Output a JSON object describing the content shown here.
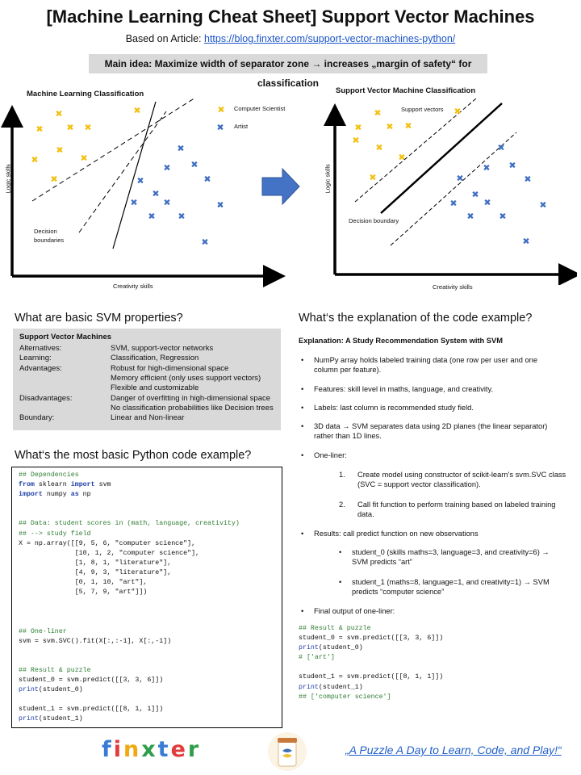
{
  "header": {
    "title": "[Machine Learning Cheat Sheet] Support Vector Machines",
    "based_on": "Based on Article: ",
    "article_link": "https://blog.finxter.com/support-vector-machines-python/",
    "main_idea": "Main idea: Maximize width of separator  zone → increases „margin of safety“ for classification"
  },
  "left_chart": {
    "title": "Machine Learning Classification",
    "xlabel": "Creativity  skills",
    "ylabel": "Logic skills",
    "legend_cs": "Computer Scientist",
    "legend_artist": "Artist",
    "decision_label_1": "Decision",
    "decision_label_2": "boundaries",
    "cs_color": "#f2c00f",
    "artist_color": "#3f6fc2"
  },
  "right_chart": {
    "title": "Support Vector Machine Classification",
    "xlabel": "Creativity  skills",
    "ylabel": "Logic skills",
    "support_vectors_label": "Support vectors",
    "decision_boundary_label": "Decision boundary"
  },
  "arrow": {
    "color": "#4472c4",
    "icon": "right-arrow-icon"
  },
  "properties": {
    "heading": "What are basic SVM properties?",
    "box_title": "Support Vector Machines",
    "rows": [
      {
        "k": "Alternatives:",
        "v": "SVM, support-vector networks"
      },
      {
        "k": "Learning:",
        "v": "Classification, Regression"
      },
      {
        "k": "Advantages:",
        "v": "Robust for high-dimensional space"
      },
      {
        "k": "",
        "v": "Memory efficient (only uses support vectors)"
      },
      {
        "k": "",
        "v": "Flexible and customizable"
      },
      {
        "k": "Disadvantages:",
        "v": "Danger of overfitting in high-dimensional space"
      },
      {
        "k": "",
        "v": "No classification probabilities like Decision trees"
      },
      {
        "k": "Boundary:",
        "v": "Linear and Non-linear"
      }
    ]
  },
  "code_section": {
    "heading": "What‘s the most basic Python code example?",
    "lines": [
      {
        "t": "## Dependencies",
        "c": "cm"
      },
      {
        "t": "from sklearn import svm",
        "c": "kwline"
      },
      {
        "t": "import numpy as np",
        "c": "kwline"
      },
      {
        "t": "",
        "c": ""
      },
      {
        "t": "",
        "c": ""
      },
      {
        "t": "## Data: student scores in (math, language, creativity)",
        "c": "cm"
      },
      {
        "t": "## --> study field",
        "c": "cm"
      },
      {
        "t": "X = np.array([[9, 5, 6, \"computer science\"],",
        "c": ""
      },
      {
        "t": "              [10, 1, 2, \"computer science\"],",
        "c": ""
      },
      {
        "t": "              [1, 8, 1, \"literature\"],",
        "c": ""
      },
      {
        "t": "              [4, 9, 3, \"literature\"],",
        "c": ""
      },
      {
        "t": "              [0, 1, 10, \"art\"],",
        "c": ""
      },
      {
        "t": "              [5, 7, 9, \"art\"]])",
        "c": ""
      },
      {
        "t": "",
        "c": ""
      },
      {
        "t": "",
        "c": ""
      },
      {
        "t": "",
        "c": ""
      },
      {
        "t": "## One-liner",
        "c": "cm"
      },
      {
        "t": "svm = svm.SVC().fit(X[:,:-1], X[:,-1])",
        "c": ""
      },
      {
        "t": "",
        "c": ""
      },
      {
        "t": "",
        "c": ""
      },
      {
        "t": "## Result & puzzle",
        "c": "cm"
      },
      {
        "t": "student_0 = svm.predict([[3, 3, 6]])",
        "c": ""
      },
      {
        "t": "print(student_0)",
        "c": "fnline"
      },
      {
        "t": "",
        "c": ""
      },
      {
        "t": "student_1 = svm.predict([[8, 1, 1]])",
        "c": ""
      },
      {
        "t": "print(student_1)",
        "c": "fnline"
      }
    ]
  },
  "explanation": {
    "heading": "What‘s the explanation of the code example?",
    "title": "Explanation: A Study Recommendation System with SVM",
    "b1a": "NumPy array holds labeled training data (one row per user and one",
    "b1b": "column per feature).",
    "b2": "Features: skill level in maths, language, and creativity.",
    "b3": "Labels: last column is recommended study field.",
    "b4a": "3D data → SVM separates data using 2D planes (the linear separator)",
    "b4b": "rather than 1D lines.",
    "b5": "One-liner:",
    "n1a": "Create model using constructor of scikit-learn’s svm.SVC class",
    "n1b": "(SVC = support vector classification).",
    "n2a": "Call fit function to perform training based on labeled training",
    "n2b": "data.",
    "b6": "Results: call predict function on new observations",
    "s1a": "student_0 (skills maths=3, language=3, and creativity=6) →",
    "s1b": "SVM predicts “art”",
    "s2a": "student_1 (maths=8, language=1, and creativity=1) → SVM",
    "s2b": "predicts “computer science”",
    "b7": "Final output of one-liner:",
    "bullet_char": "•",
    "n1": "1.",
    "n2": "2.",
    "code_lines": [
      {
        "t": "## Result & puzzle",
        "c": "cm"
      },
      {
        "t": "student_0 = svm.predict([[3, 3, 6]])",
        "c": ""
      },
      {
        "t": "print(student_0)",
        "c": "fnline"
      },
      {
        "t": "# ['art']",
        "c": "cm"
      },
      {
        "t": "",
        "c": ""
      },
      {
        "t": "student_1 = svm.predict([[8, 1, 1]])",
        "c": ""
      },
      {
        "t": "print(student_1)",
        "c": "fnline"
      },
      {
        "t": "## ['computer science']",
        "c": "cm"
      }
    ]
  },
  "footer": {
    "logo": "finxter",
    "logo_colors": [
      "#3a7bd5",
      "#e23b3b",
      "#f1a90f",
      "#2e9e4a",
      "#3a7bd5",
      "#e23b3b",
      "#2e9e4a"
    ],
    "slogan": "„A Puzzle A Day to Learn, Code, and Play!“"
  }
}
